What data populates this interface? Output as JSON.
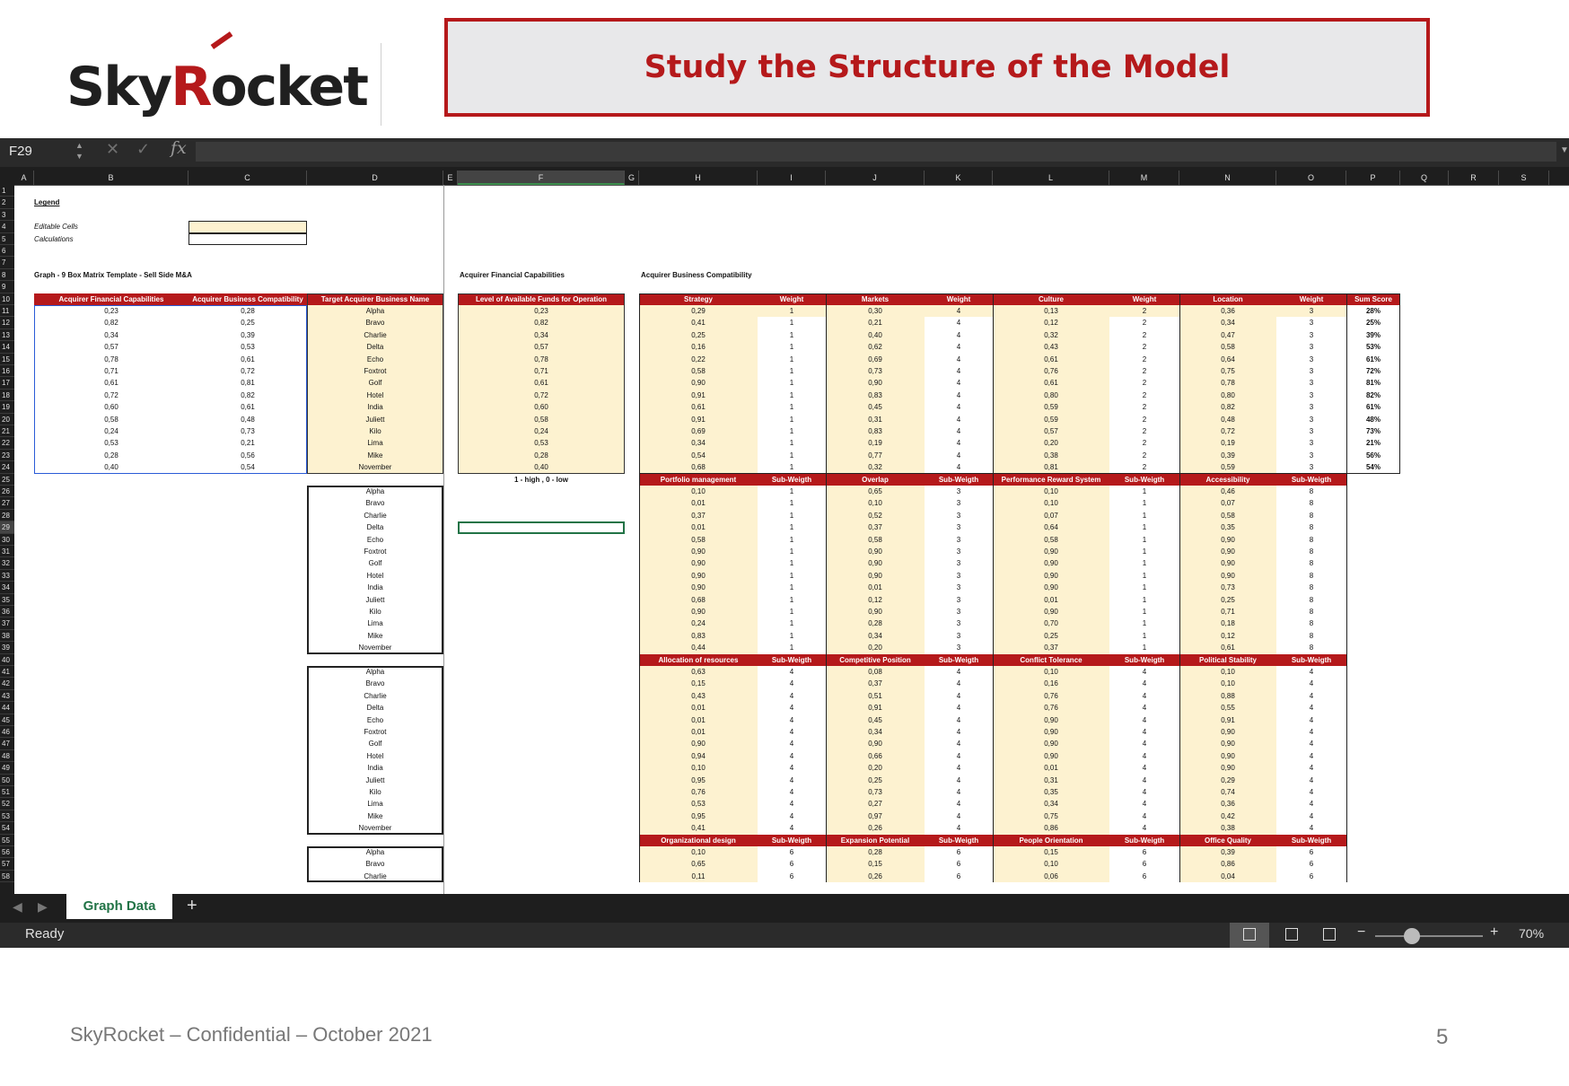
{
  "header": {
    "logo_sky": "Sky",
    "logo_r": "R",
    "logo_rest": "ocket",
    "title": "Study the Structure of the Model"
  },
  "formula_bar": {
    "name_box": "F29",
    "fx": "fx",
    "value": ""
  },
  "columns": [
    "A",
    "B",
    "C",
    "D",
    "E",
    "F",
    "G",
    "H",
    "I",
    "J",
    "K",
    "L",
    "M",
    "N",
    "O",
    "P",
    "Q",
    "R",
    "S"
  ],
  "rows": [
    "1",
    "2",
    "3",
    "4",
    "5",
    "6",
    "7",
    "8",
    "9",
    "10",
    "11",
    "12",
    "13",
    "14",
    "15",
    "16",
    "17",
    "18",
    "19",
    "20",
    "21",
    "22",
    "23",
    "24",
    "25",
    "26",
    "27",
    "28",
    "29",
    "30",
    "31",
    "32",
    "33",
    "34",
    "35",
    "36",
    "37",
    "38",
    "39",
    "40",
    "41",
    "42",
    "43",
    "44",
    "45",
    "46",
    "47",
    "48",
    "49",
    "50",
    "51",
    "52",
    "53",
    "54",
    "55",
    "56",
    "57",
    "58"
  ],
  "legend": {
    "title": "Legend",
    "editable": "Editable Cells",
    "calculations": "Calculations"
  },
  "labels": {
    "graph_title": "Graph - 9 Box Matrix Template - Sell Side M&A",
    "afc_title": "Acquirer Financial Capabilities",
    "abc_title": "Acquirer Business Compatibility",
    "funds_note": "1 - high , 0 - low"
  },
  "left_table": {
    "headers": [
      "Acquirer Financial Capabilities",
      "Acquirer  Business Compatibility",
      "Target Acquirer Business Name"
    ],
    "rows": [
      [
        "0,23",
        "0,28",
        "Alpha"
      ],
      [
        "0,82",
        "0,25",
        "Bravo"
      ],
      [
        "0,34",
        "0,39",
        "Charlie"
      ],
      [
        "0,57",
        "0,53",
        "Delta"
      ],
      [
        "0,78",
        "0,61",
        "Echo"
      ],
      [
        "0,71",
        "0,72",
        "Foxtrot"
      ],
      [
        "0,61",
        "0,81",
        "Golf"
      ],
      [
        "0,72",
        "0,82",
        "Hotel"
      ],
      [
        "0,60",
        "0,61",
        "India"
      ],
      [
        "0,58",
        "0,48",
        "Juliett"
      ],
      [
        "0,24",
        "0,73",
        "Kilo"
      ],
      [
        "0,53",
        "0,21",
        "Lima"
      ],
      [
        "0,28",
        "0,56",
        "Mike"
      ],
      [
        "0,40",
        "0,54",
        "November"
      ]
    ]
  },
  "funds_table": {
    "header": "Level of Available Funds for Operation",
    "values": [
      "0,23",
      "0,82",
      "0,34",
      "0,57",
      "0,78",
      "0,71",
      "0,61",
      "0,72",
      "0,60",
      "0,58",
      "0,24",
      "0,53",
      "0,28",
      "0,40"
    ]
  },
  "names": [
    "Alpha",
    "Bravo",
    "Charlie",
    "Delta",
    "Echo",
    "Foxtrot",
    "Golf",
    "Hotel",
    "India",
    "Juliett",
    "Kilo",
    "Lima",
    "Mike",
    "November"
  ],
  "main_headers": [
    "Strategy",
    "Weight",
    "Markets",
    "Weight",
    "Culture",
    "Weight",
    "Location",
    "Weight",
    "Sum Score"
  ],
  "main_rows": [
    [
      "0,29",
      "1",
      "0,30",
      "4",
      "0,13",
      "2",
      "0,36",
      "3",
      "28%"
    ],
    [
      "0,41",
      "1",
      "0,21",
      "4",
      "0,12",
      "2",
      "0,34",
      "3",
      "25%"
    ],
    [
      "0,25",
      "1",
      "0,40",
      "4",
      "0,32",
      "2",
      "0,47",
      "3",
      "39%"
    ],
    [
      "0,16",
      "1",
      "0,62",
      "4",
      "0,43",
      "2",
      "0,58",
      "3",
      "53%"
    ],
    [
      "0,22",
      "1",
      "0,69",
      "4",
      "0,61",
      "2",
      "0,64",
      "3",
      "61%"
    ],
    [
      "0,58",
      "1",
      "0,73",
      "4",
      "0,76",
      "2",
      "0,75",
      "3",
      "72%"
    ],
    [
      "0,90",
      "1",
      "0,90",
      "4",
      "0,61",
      "2",
      "0,78",
      "3",
      "81%"
    ],
    [
      "0,91",
      "1",
      "0,83",
      "4",
      "0,80",
      "2",
      "0,80",
      "3",
      "82%"
    ],
    [
      "0,61",
      "1",
      "0,45",
      "4",
      "0,59",
      "2",
      "0,82",
      "3",
      "61%"
    ],
    [
      "0,91",
      "1",
      "0,31",
      "4",
      "0,59",
      "2",
      "0,48",
      "3",
      "48%"
    ],
    [
      "0,69",
      "1",
      "0,83",
      "4",
      "0,57",
      "2",
      "0,72",
      "3",
      "73%"
    ],
    [
      "0,34",
      "1",
      "0,19",
      "4",
      "0,20",
      "2",
      "0,19",
      "3",
      "21%"
    ],
    [
      "0,54",
      "1",
      "0,77",
      "4",
      "0,38",
      "2",
      "0,39",
      "3",
      "56%"
    ],
    [
      "0,68",
      "1",
      "0,32",
      "4",
      "0,81",
      "2",
      "0,59",
      "3",
      "54%"
    ]
  ],
  "blocks": [
    {
      "headers": [
        "Portfolio management",
        "Sub-Weigth",
        "Overlap",
        "Sub-Weigth",
        "Performance Reward System",
        "Sub-Weigth",
        "Accessibility",
        "Sub-Weigth"
      ],
      "rows": [
        [
          "0,10",
          "1",
          "0,65",
          "3",
          "0,10",
          "1",
          "0,46",
          "8"
        ],
        [
          "0,01",
          "1",
          "0,10",
          "3",
          "0,10",
          "1",
          "0,07",
          "8"
        ],
        [
          "0,37",
          "1",
          "0,52",
          "3",
          "0,07",
          "1",
          "0,58",
          "8"
        ],
        [
          "0,01",
          "1",
          "0,37",
          "3",
          "0,64",
          "1",
          "0,35",
          "8"
        ],
        [
          "0,58",
          "1",
          "0,58",
          "3",
          "0,58",
          "1",
          "0,90",
          "8"
        ],
        [
          "0,90",
          "1",
          "0,90",
          "3",
          "0,90",
          "1",
          "0,90",
          "8"
        ],
        [
          "0,90",
          "1",
          "0,90",
          "3",
          "0,90",
          "1",
          "0,90",
          "8"
        ],
        [
          "0,90",
          "1",
          "0,90",
          "3",
          "0,90",
          "1",
          "0,90",
          "8"
        ],
        [
          "0,90",
          "1",
          "0,01",
          "3",
          "0,90",
          "1",
          "0,73",
          "8"
        ],
        [
          "0,68",
          "1",
          "0,12",
          "3",
          "0,01",
          "1",
          "0,25",
          "8"
        ],
        [
          "0,90",
          "1",
          "0,90",
          "3",
          "0,90",
          "1",
          "0,71",
          "8"
        ],
        [
          "0,24",
          "1",
          "0,28",
          "3",
          "0,70",
          "1",
          "0,18",
          "8"
        ],
        [
          "0,83",
          "1",
          "0,34",
          "3",
          "0,25",
          "1",
          "0,12",
          "8"
        ],
        [
          "0,44",
          "1",
          "0,20",
          "3",
          "0,37",
          "1",
          "0,61",
          "8"
        ]
      ]
    },
    {
      "headers": [
        "Allocation of resources",
        "Sub-Weigth",
        "Competitive Position",
        "Sub-Weigth",
        "Conflict Tolerance",
        "Sub-Weigth",
        "Political Stability",
        "Sub-Weigth"
      ],
      "rows": [
        [
          "0,63",
          "4",
          "0,08",
          "4",
          "0,10",
          "4",
          "0,10",
          "4"
        ],
        [
          "0,15",
          "4",
          "0,37",
          "4",
          "0,16",
          "4",
          "0,10",
          "4"
        ],
        [
          "0,43",
          "4",
          "0,51",
          "4",
          "0,76",
          "4",
          "0,88",
          "4"
        ],
        [
          "0,01",
          "4",
          "0,91",
          "4",
          "0,76",
          "4",
          "0,55",
          "4"
        ],
        [
          "0,01",
          "4",
          "0,45",
          "4",
          "0,90",
          "4",
          "0,91",
          "4"
        ],
        [
          "0,01",
          "4",
          "0,34",
          "4",
          "0,90",
          "4",
          "0,90",
          "4"
        ],
        [
          "0,90",
          "4",
          "0,90",
          "4",
          "0,90",
          "4",
          "0,90",
          "4"
        ],
        [
          "0,94",
          "4",
          "0,66",
          "4",
          "0,90",
          "4",
          "0,90",
          "4"
        ],
        [
          "0,10",
          "4",
          "0,20",
          "4",
          "0,01",
          "4",
          "0,90",
          "4"
        ],
        [
          "0,95",
          "4",
          "0,25",
          "4",
          "0,31",
          "4",
          "0,29",
          "4"
        ],
        [
          "0,76",
          "4",
          "0,73",
          "4",
          "0,35",
          "4",
          "0,74",
          "4"
        ],
        [
          "0,53",
          "4",
          "0,27",
          "4",
          "0,34",
          "4",
          "0,36",
          "4"
        ],
        [
          "0,95",
          "4",
          "0,97",
          "4",
          "0,75",
          "4",
          "0,42",
          "4"
        ],
        [
          "0,41",
          "4",
          "0,26",
          "4",
          "0,86",
          "4",
          "0,38",
          "4"
        ]
      ]
    },
    {
      "headers": [
        "Organizational design",
        "Sub-Weigth",
        "Expansion Potential",
        "Sub-Weigth",
        "People Orientation",
        "Sub-Weigth",
        "Office Quality",
        "Sub-Weigth"
      ],
      "rows": [
        [
          "0,10",
          "6",
          "0,28",
          "6",
          "0,15",
          "6",
          "0,39",
          "6"
        ],
        [
          "0,65",
          "6",
          "0,15",
          "6",
          "0,10",
          "6",
          "0,86",
          "6"
        ],
        [
          "0,11",
          "6",
          "0,26",
          "6",
          "0,06",
          "6",
          "0,04",
          "6"
        ]
      ]
    }
  ],
  "tabs": {
    "sheet": "Graph Data",
    "add": "+"
  },
  "status": {
    "ready": "Ready",
    "zoom": "70%",
    "minus": "−",
    "plus": "+"
  },
  "footer": {
    "text": "SkyRocket – Confidential – October 2021",
    "page": "5"
  },
  "colors": {
    "accent": "#b5191b",
    "editable": "#fdf2d0",
    "excel_green": "#217346"
  }
}
